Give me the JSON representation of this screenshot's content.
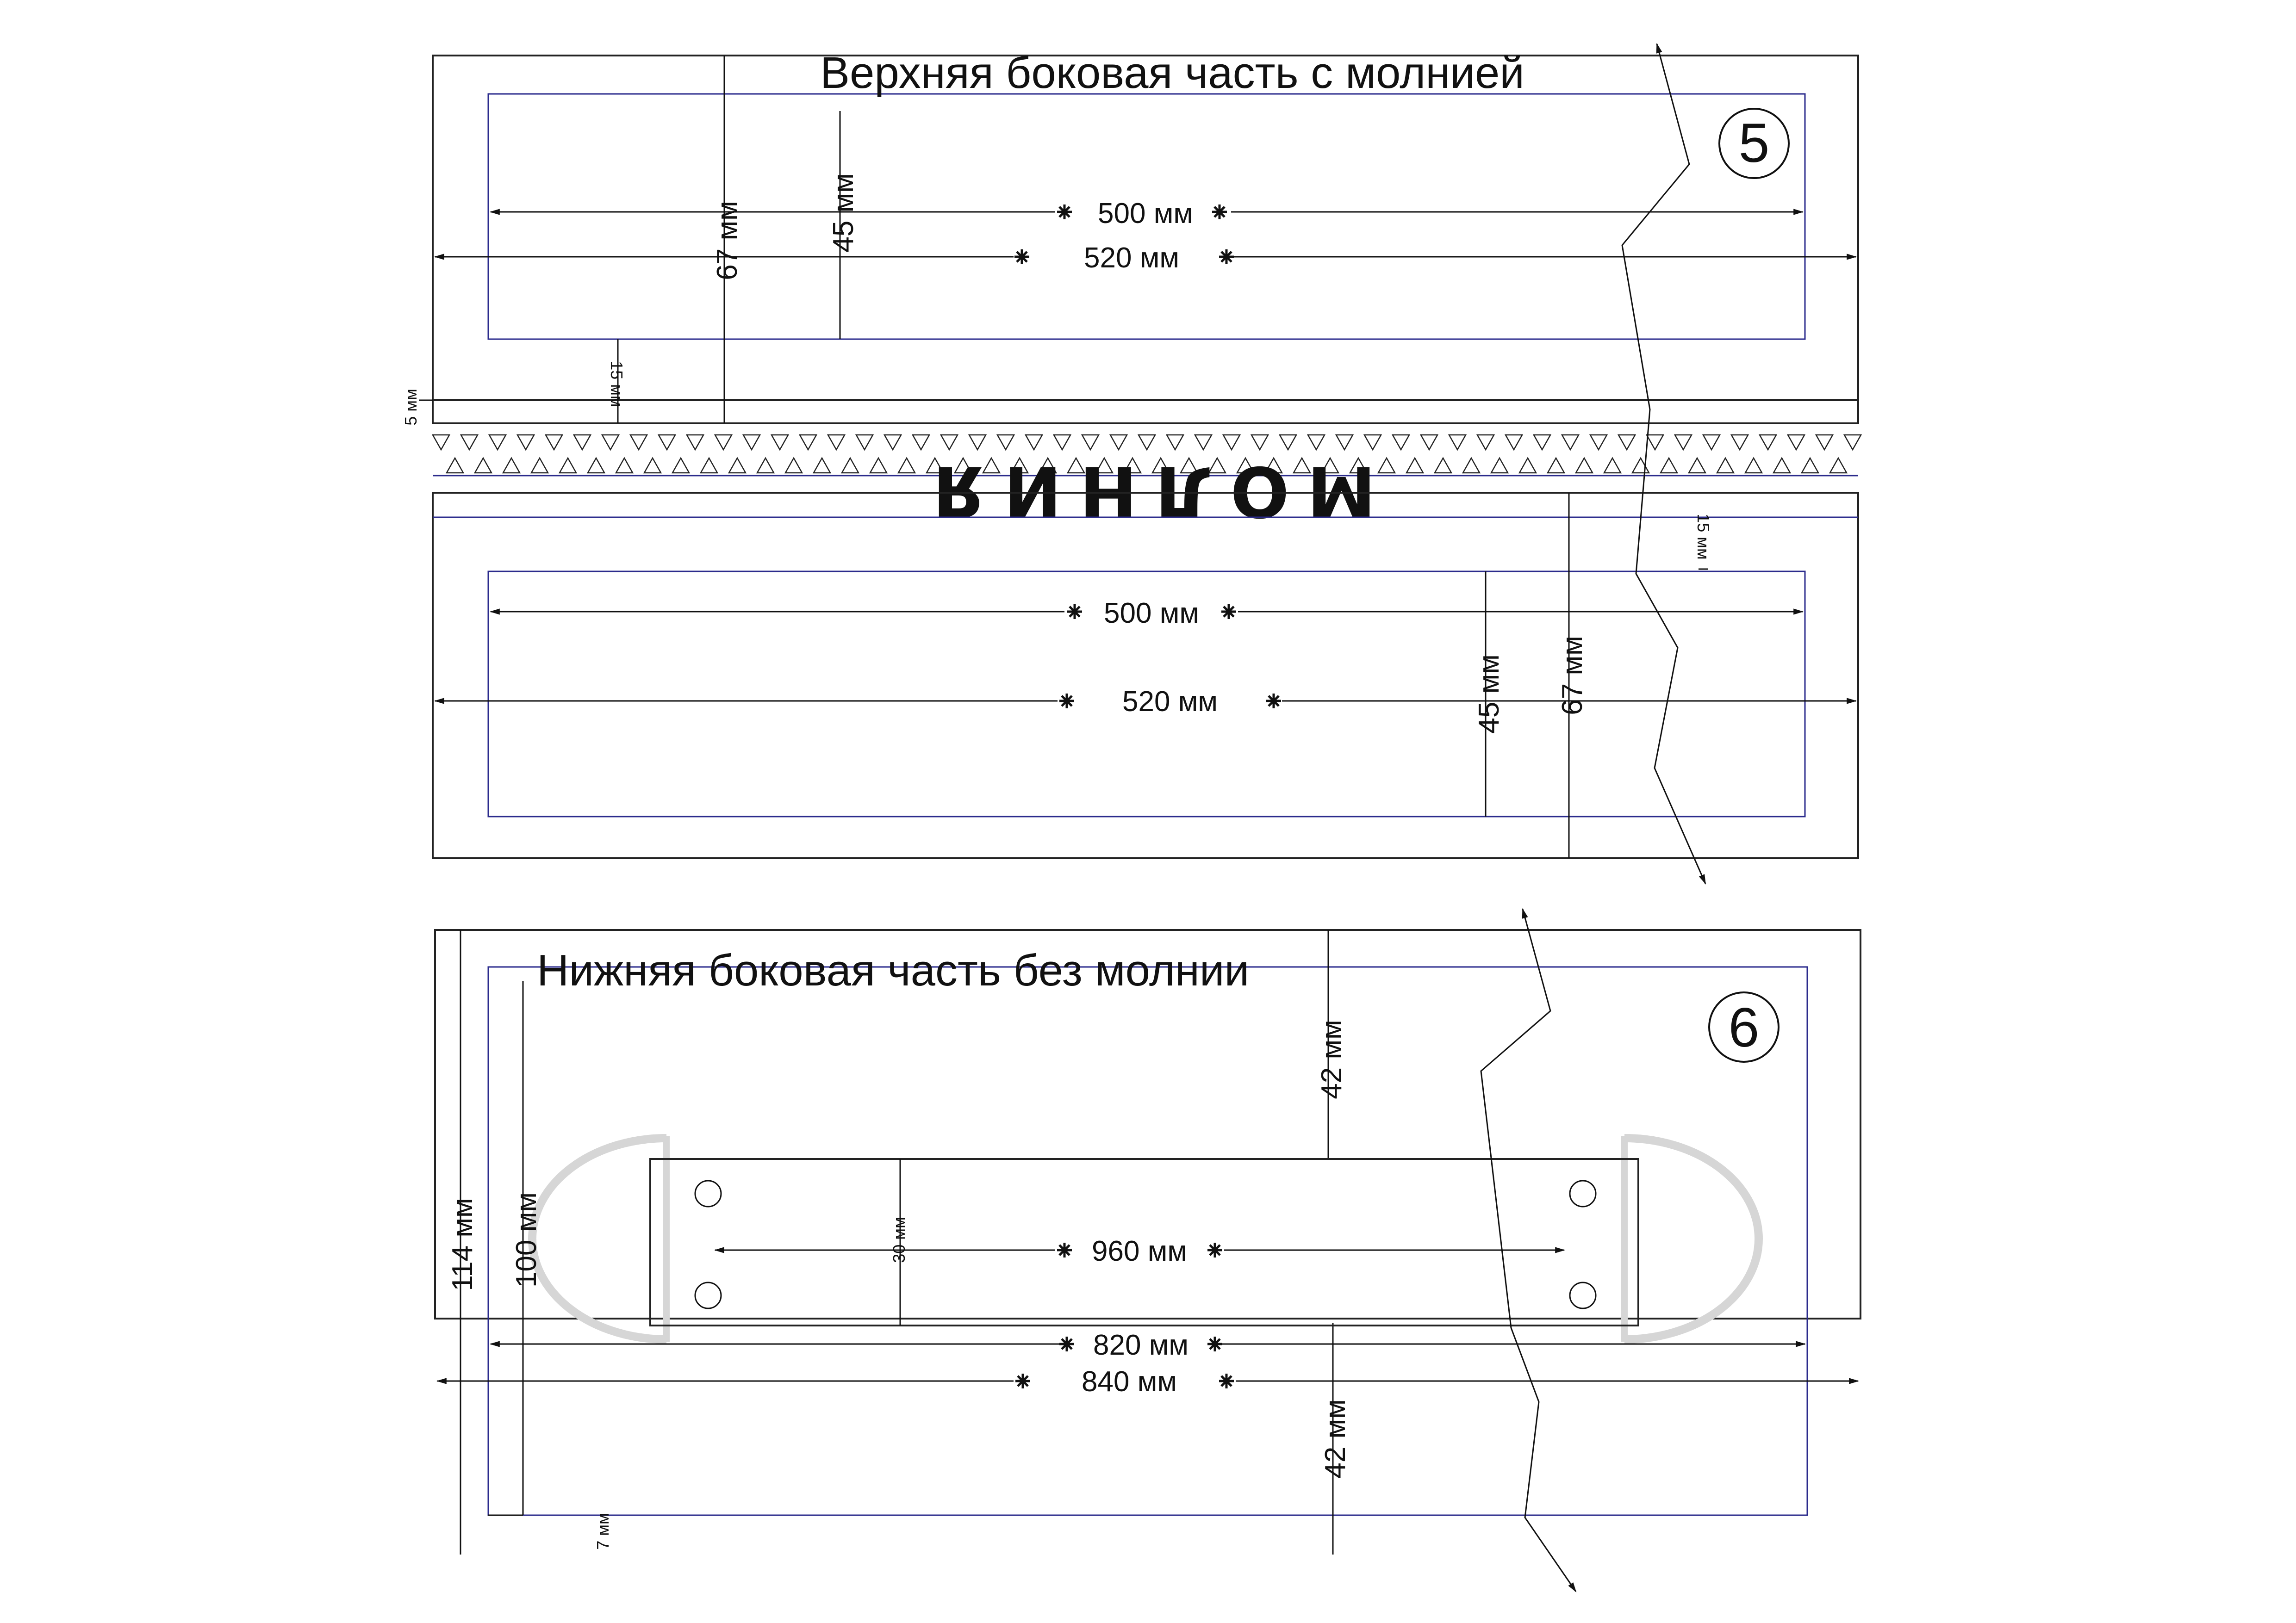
{
  "part5": {
    "title": "Верхняя боковая часть с молнией",
    "number": "5",
    "dim_500": "500 мм",
    "dim_520": "520 мм",
    "dim_67": "67 мм",
    "dim_45": "45 мм",
    "dim_15": "15 мм",
    "dim_5": "5 мм"
  },
  "zipper": {
    "label": "МОЛНИЯ"
  },
  "part5b": {
    "dim_500": "500 мм",
    "dim_520": "520 мм",
    "dim_45": "45 мм",
    "dim_67": "67 мм",
    "dim_15": "15 мм"
  },
  "part6": {
    "title": "Нижняя боковая часть без молнии",
    "number": "6",
    "dim_42_top": "42 мм",
    "dim_42_bottom": "42 мм",
    "dim_30": "30 мм",
    "dim_960": "960 мм",
    "dim_820": "820 мм",
    "dim_840": "840 мм",
    "dim_114": "114 мм",
    "dim_100": "100 мм",
    "dim_7": "7 мм"
  },
  "colors": {
    "outline": "#222222",
    "inner_outline": "#2b2b8c",
    "handle_ring": "#d6d6d6"
  }
}
